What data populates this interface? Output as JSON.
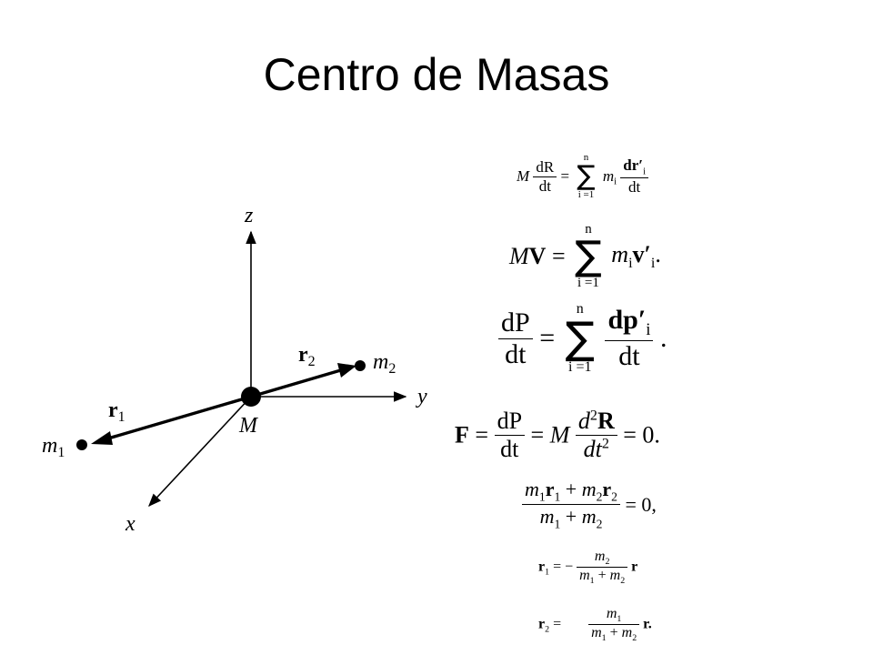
{
  "title": "Centro de Masas",
  "diagram": {
    "axis_z": "z",
    "axis_y": "y",
    "axis_x": "x",
    "origin_mass": "M",
    "vec_r1": "r",
    "vec_r1_sub": "1",
    "vec_r2": "r",
    "vec_r2_sub": "2",
    "mass_m1": "m",
    "mass_m1_sub": "1",
    "mass_m2": "m",
    "mass_m2_sub": "2"
  },
  "equations": {
    "eq1": {
      "lhs_M": "M",
      "lhs_num": "dR",
      "lhs_den": "dt",
      "eq": "=",
      "sum_top": "n",
      "sum_sym": "∑",
      "sum_bottom": "i =1",
      "rhs_m": "m",
      "rhs_m_sub": "i",
      "rhs_num": "dr′",
      "rhs_num_sub": "i",
      "rhs_den": "dt"
    },
    "eq2": {
      "lhs": "MV",
      "eq": "=",
      "sum_top": "n",
      "sum_sym": "∑",
      "sum_bottom": "i =1",
      "rhs_m": "m",
      "rhs_m_sub": "i",
      "rhs_v": "v′",
      "rhs_v_sub": "i",
      "tail": "."
    },
    "eq3": {
      "lhs_num": "dP",
      "lhs_den": "dt",
      "eq": "=",
      "sum_top": "n",
      "sum_sym": "∑",
      "sum_bottom": "i =1",
      "rhs_num": "dp′",
      "rhs_num_sub": "i",
      "rhs_den": "dt",
      "tail": "."
    },
    "eq4": {
      "lhs": "F",
      "eq1": "=",
      "num1": "dP",
      "den1": "dt",
      "eq2": "=",
      "M": "M",
      "num2": "d",
      "num2_sup": "2",
      "num2_b": "R",
      "den2": "dt",
      "den2_sup": "2",
      "eq3": "=",
      "tail": "0."
    },
    "eq5": {
      "num_a": "m",
      "num_a_sub": "1",
      "num_b": "r",
      "num_b_sub": "1",
      "plus": "+",
      "num_c": "m",
      "num_c_sub": "2",
      "num_d": "r",
      "num_d_sub": "2",
      "den_a": "m",
      "den_a_sub": "1",
      "den_plus": "+",
      "den_b": "m",
      "den_b_sub": "2",
      "eq": "=",
      "tail": "0,"
    },
    "eq6": {
      "lhs": "r",
      "lhs_sub": "1",
      "eq": "= −",
      "num": "m",
      "num_sub": "2",
      "den_a": "m",
      "den_a_sub": "1",
      "den_plus": "+",
      "den_b": "m",
      "den_b_sub": "2",
      "tail": "r"
    },
    "eq7": {
      "lhs": "r",
      "lhs_sub": "2",
      "eq": "=",
      "num": "m",
      "num_sub": "1",
      "den_a": "m",
      "den_a_sub": "1",
      "den_plus": "+",
      "den_b": "m",
      "den_b_sub": "2",
      "tail": "r."
    }
  }
}
